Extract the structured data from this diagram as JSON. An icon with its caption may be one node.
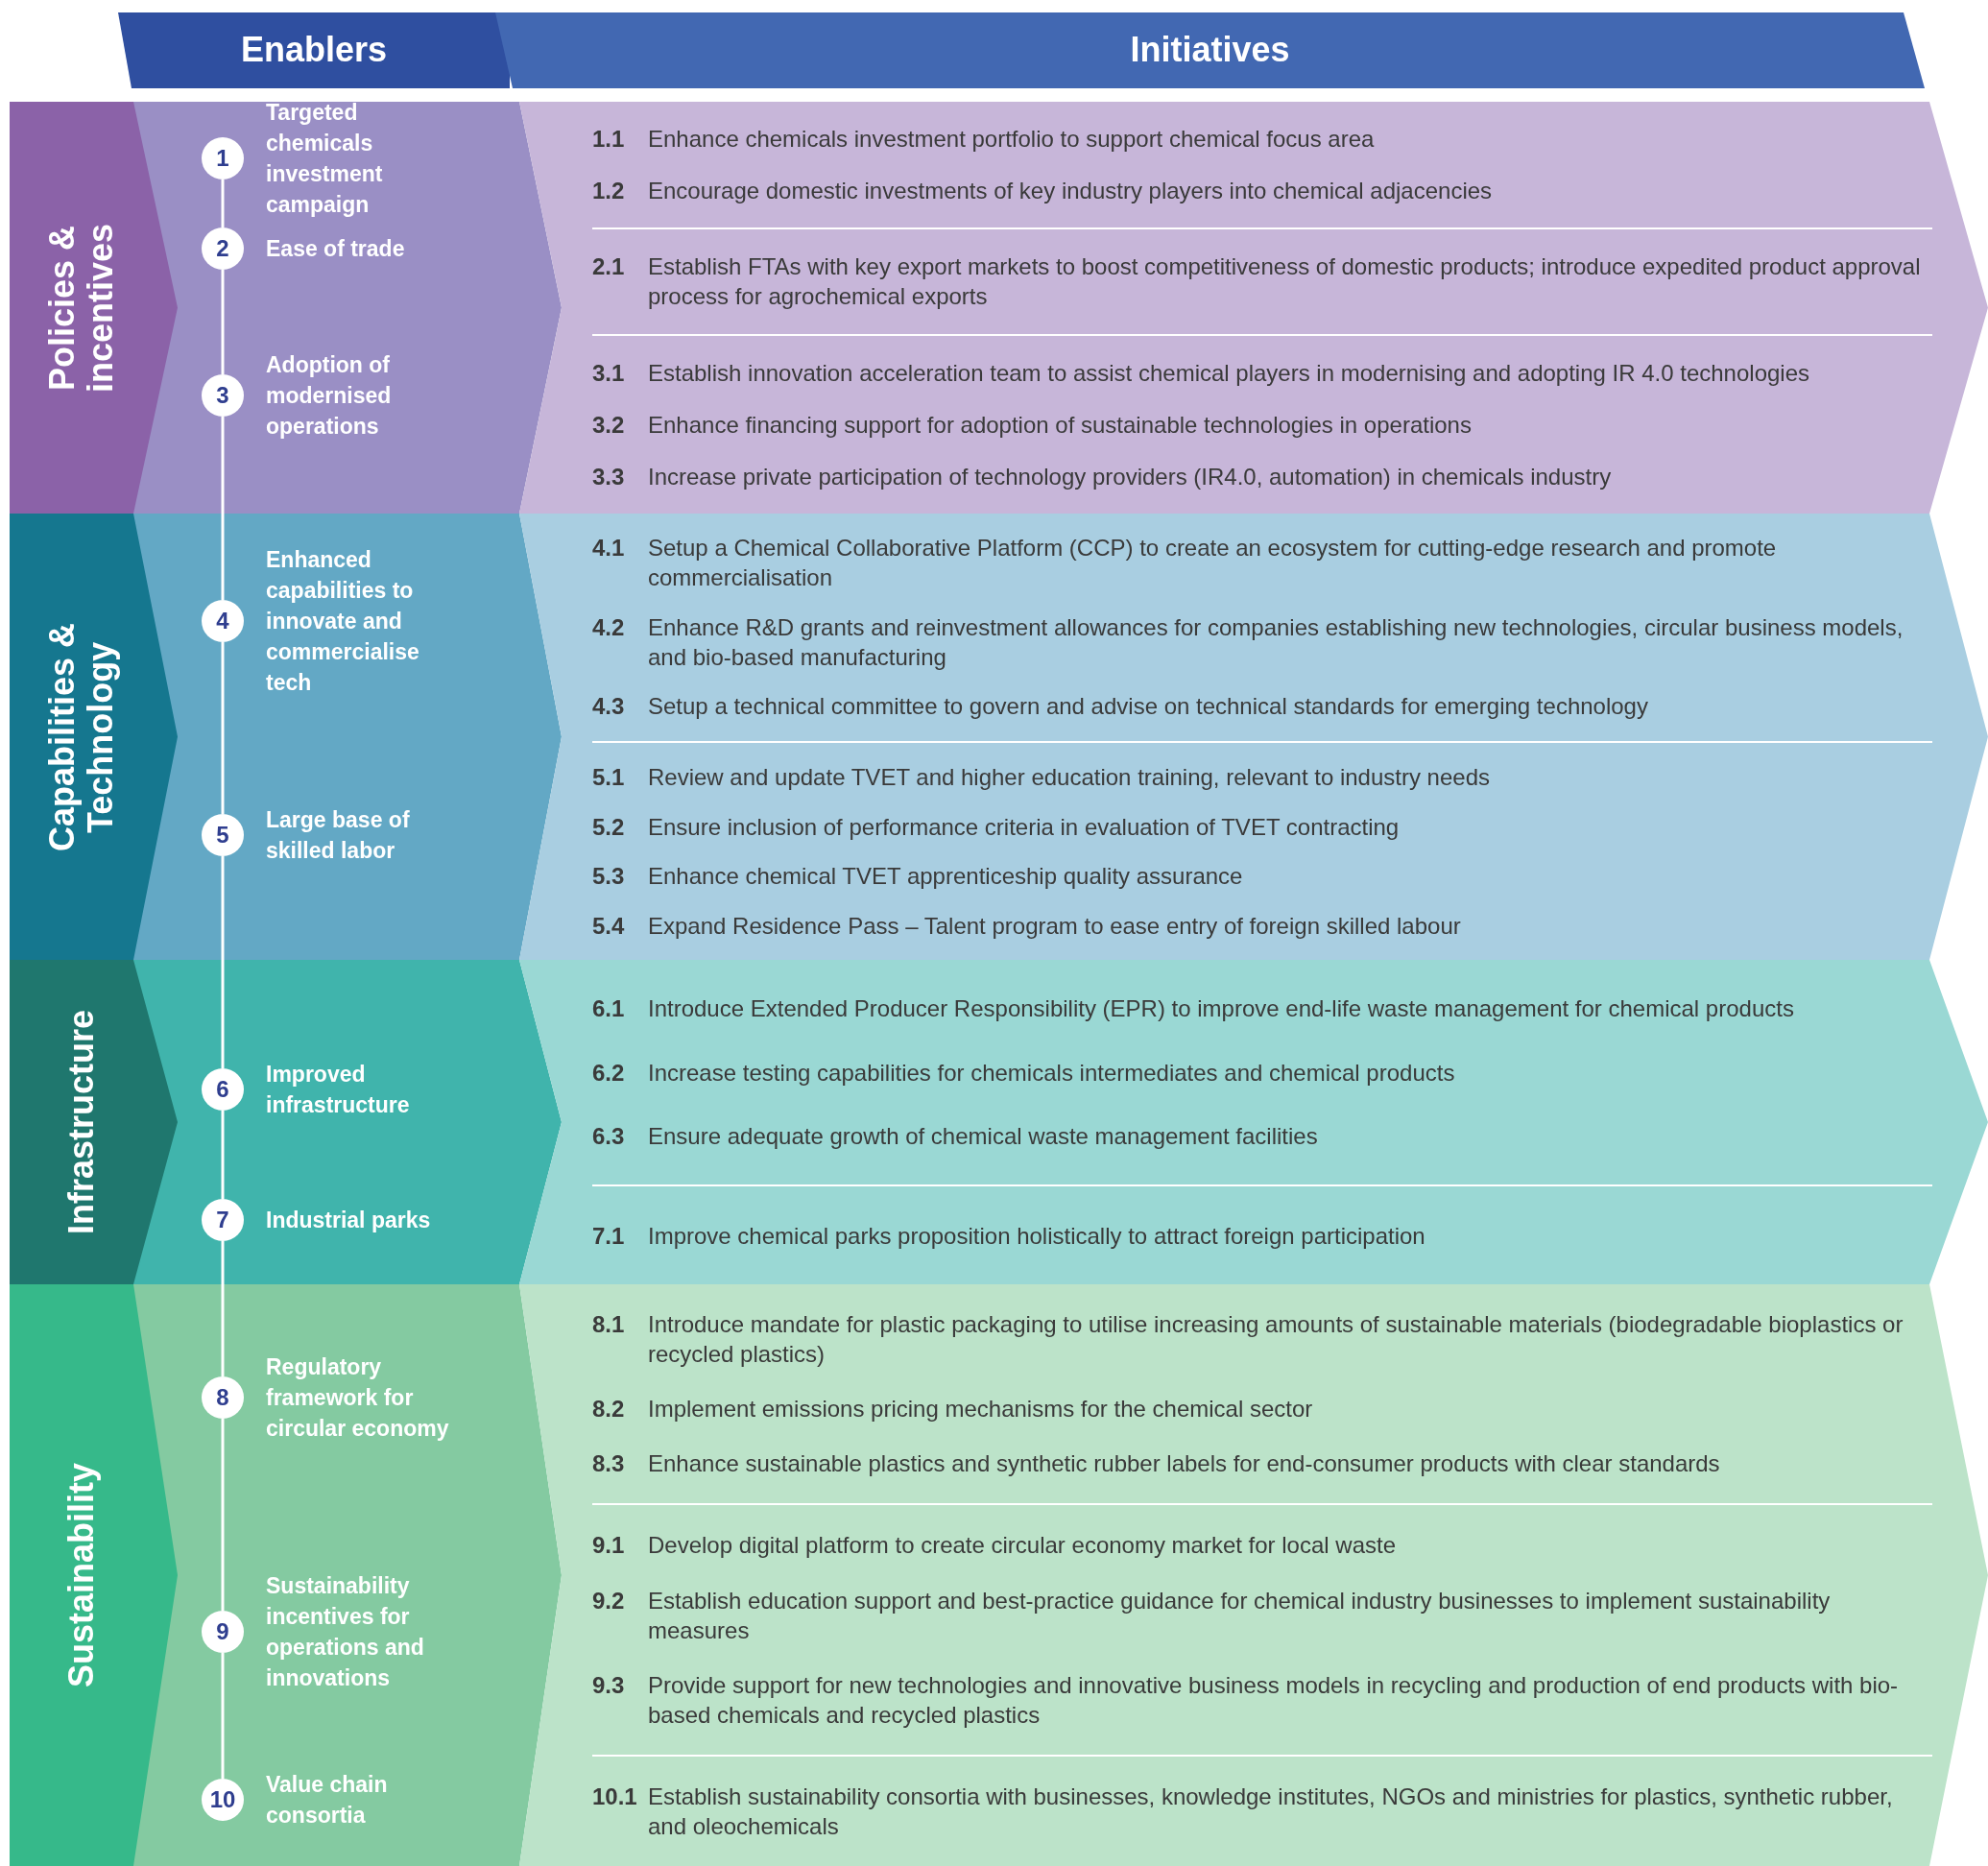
{
  "diagram": {
    "nodes": [
      {
        "text": [
          "Enablers"
        ]
      },
      {
        "text": [
          "Initiatives"
        ]
      },
      {
        "text": [
          "Policies & incentives"
        ]
      },
      {
        "text": [],
        "shape": "chevron"
      },
      {
        "text": [
          "1"
        ],
        "in": 3,
        "beside": [
          "Targeted chemicals investment campaign"
        ]
      },
      {
        "text": [
          "2"
        ],
        "in": 3,
        "beside": [
          "Ease of trade"
        ]
      },
      {
        "text": [
          "3"
        ],
        "in": 3,
        "beside": [
          "Adoption of modernised operations"
        ]
      },
      {
        "text": [
          "1.1",
          "Enhance chemicals investment portfolio to support chemical focus area",
          "1.2",
          "Encourage domestic investments of key industry players into chemical adjacencies",
          "2.1",
          "Establish FTAs with key export markets to boost competitiveness of domestic products; introduce expedited product approval process for agrochemical exports",
          "3.1",
          "Establish innovation acceleration team to assist chemical players in modernising and adopting IR 4.0 technologies",
          "3.2",
          "Enhance financing support for adoption of sustainable technologies in operations",
          "3.3",
          "Increase private participation of technology providers (IR4.0, automation) in chemicals industry"
        ]
      },
      {
        "text": [
          "Capabilities & Technology"
        ]
      },
      {
        "text": [],
        "shape": "chevron"
      },
      {
        "text": [
          "4"
        ],
        "in": 9,
        "beside": [
          "Enhanced capabilities to innovate and commercialise tech"
        ]
      },
      {
        "text": [
          "5"
        ],
        "in": 9,
        "beside": [
          "Large base of skilled labor"
        ]
      },
      {
        "text": [
          "4.1",
          "Setup a Chemical Collaborative Platform (CCP) to create an ecosystem for cutting-edge research and promote commercialisation",
          "4.2",
          "Enhance R&D grants and reinvestment allowances for companies establishing new technologies, circular business models, and bio-based manufacturing",
          "4.3",
          "Setup a technical committee to govern and advise on technical standards for emerging technology",
          "5.1",
          "Review and update TVET and higher education training, relevant to industry needs",
          "5.2",
          "Ensure inclusion of performance criteria in evaluation of TVET contracting",
          "5.3",
          "Enhance chemical TVET apprenticeship quality assurance",
          "5.4",
          "Expand Residence Pass – Talent program to ease entry of foreign skilled labour"
        ]
      },
      {
        "text": [
          "Infrastructure"
        ]
      },
      {
        "text": [],
        "shape": "chevron"
      },
      {
        "text": [
          "6"
        ],
        "in": 14,
        "beside": [
          "Improved infrastructure"
        ]
      },
      {
        "text": [
          "7"
        ],
        "in": 14,
        "beside": [
          "Industrial parks"
        ]
      },
      {
        "text": [
          "6.1",
          "Introduce Extended Producer Responsibility (EPR) to improve end-life waste management for chemical products",
          "6.2",
          "Increase testing capabilities for chemicals intermediates and chemical products",
          "6.3",
          "Ensure adequate growth of chemical waste management facilities",
          "7.1",
          "Improve chemical parks proposition holistically to attract foreign participation"
        ]
      },
      {
        "text": [
          "Sustainability"
        ]
      },
      {
        "text": [],
        "shape": "chevron"
      },
      {
        "text": [
          "8"
        ],
        "in": 19,
        "beside": [
          "Regulatory framework for circular economy"
        ]
      },
      {
        "text": [
          "9"
        ],
        "in": 19,
        "beside": [
          "Sustainability incentives for operations and innovations"
        ]
      },
      {
        "text": [
          "10"
        ],
        "in": 19,
        "beside": [
          "Value chain consortia"
        ]
      },
      {
        "text": [
          "8.1",
          "Introduce mandate for plastic packaging to utilise increasing amounts of sustainable materials (biodegradable bioplastics or recycled plastics)",
          "8.2",
          "Implement emissions pricing mechanisms for the chemical sector",
          "8.3",
          "Enhance sustainable plastics and synthetic rubber labels for end-consumer products with clear standards",
          "9.1",
          "Develop digital platform to create circular economy market for local waste",
          "9.2",
          "Establish education support and best-practice guidance for chemical industry businesses to implement sustainability measures",
          "9.3",
          "Provide support for new technologies and innovative business models in recycling and production of end products with bio-based chemicals and recycled plastics",
          "10.1",
          "Establish sustainability consortia with businesses, knowledge institutes, NGOs and ministries for plastics, synthetic rubber, and oleochemicals"
        ]
      }
    ],
    "edges": [
      {
        "from": 4,
        "to": 5,
        "arrow": "none"
      },
      {
        "from": 5,
        "to": 6,
        "arrow": "none"
      },
      {
        "from": 6,
        "to": 10,
        "arrow": "none"
      },
      {
        "from": 10,
        "to": 11,
        "arrow": "none"
      },
      {
        "from": 11,
        "to": 15,
        "arrow": "none"
      },
      {
        "from": 15,
        "to": 16,
        "arrow": "none"
      },
      {
        "from": 16,
        "to": 20,
        "arrow": "none"
      },
      {
        "from": 20,
        "to": 21,
        "arrow": "none"
      },
      {
        "from": 21,
        "to": 22,
        "arrow": "none"
      }
    ]
  }
}
